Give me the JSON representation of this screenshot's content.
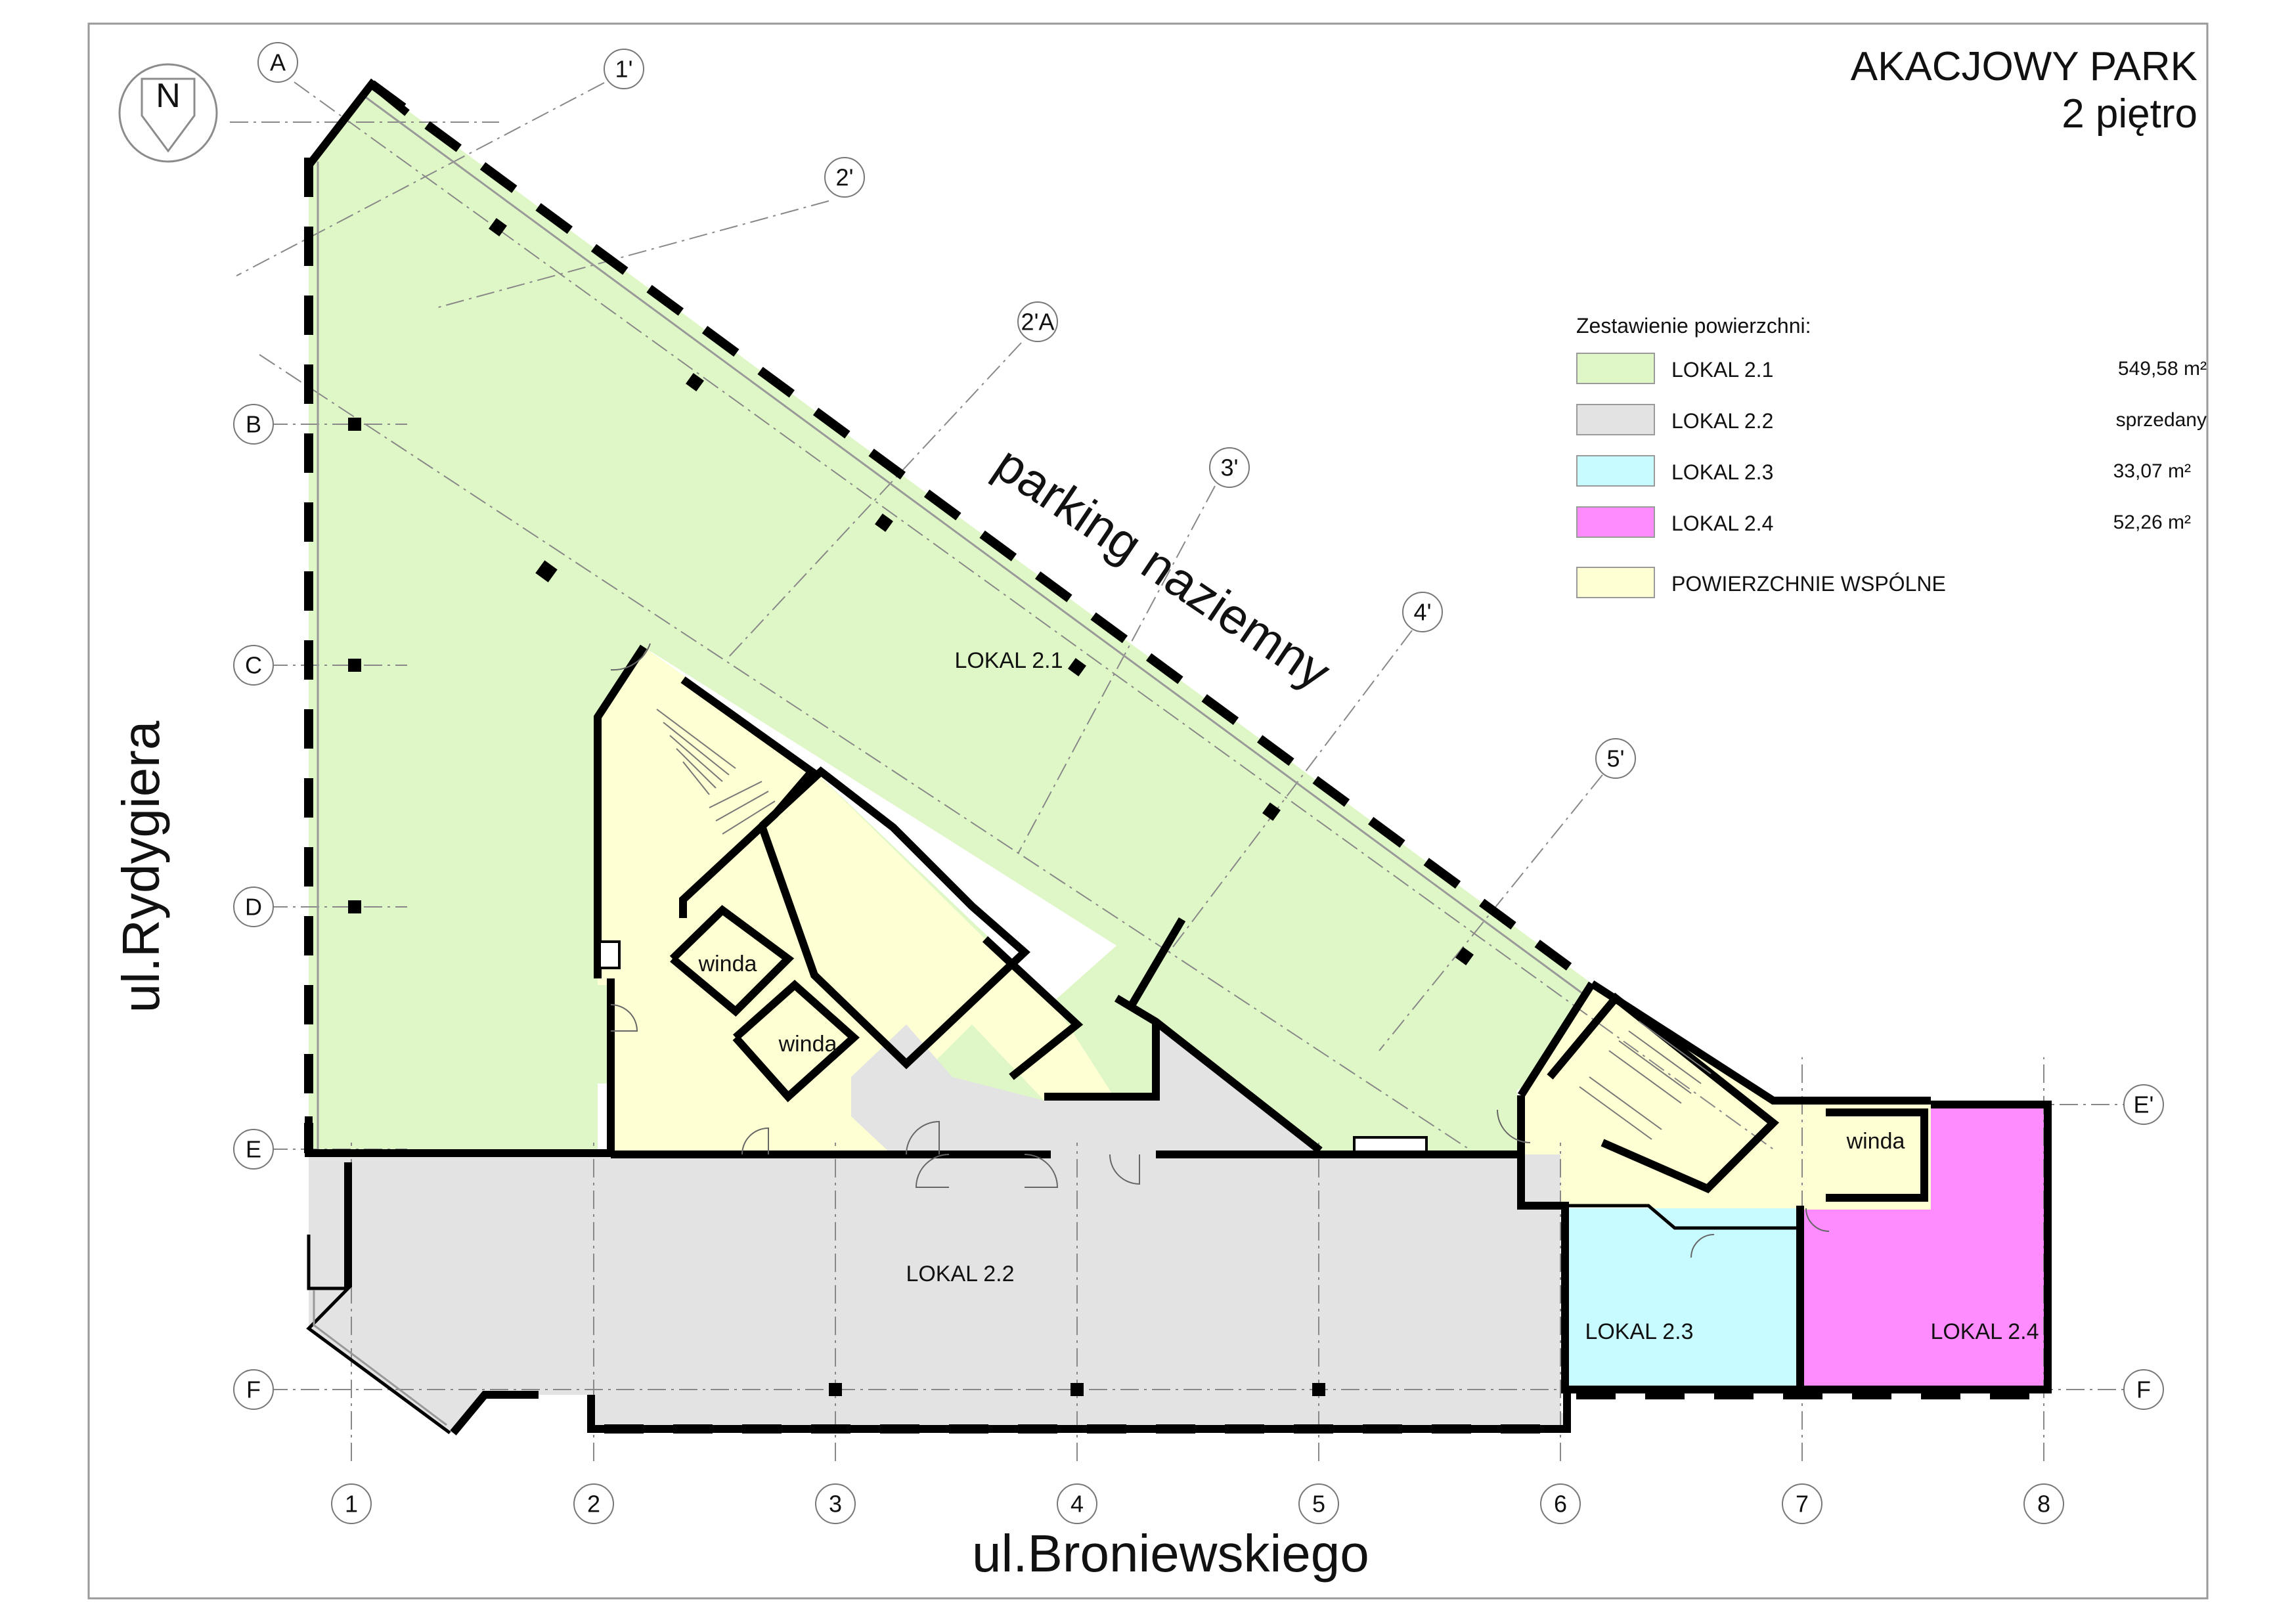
{
  "title": {
    "line1": "AKACJOWY PARK",
    "line2": "2 piętro"
  },
  "streets": {
    "bottom": "ul.Broniewskiego",
    "left": "ul.Rydygiera"
  },
  "parking_label": "parking naziemny",
  "north_arrow": {
    "letter": "N",
    "icon": "north-arrow-icon"
  },
  "grid": {
    "columns": [
      "1",
      "2",
      "3",
      "4",
      "5",
      "6",
      "7",
      "8"
    ],
    "rows": [
      "A",
      "B",
      "C",
      "D",
      "E",
      "E'",
      "F",
      "F"
    ],
    "diagonal": [
      "1'",
      "2'",
      "2'A",
      "3'",
      "4'",
      "5'"
    ]
  },
  "rooms": {
    "lokal_21": "LOKAL 2.1",
    "lokal_22": "LOKAL 2.2",
    "lokal_23": "LOKAL 2.3",
    "lokal_24": "LOKAL 2.4",
    "winda_1": "winda",
    "winda_2": "winda",
    "winda_3": "winda"
  },
  "legend": {
    "header": "Zestawienie powierzchni:",
    "items": [
      {
        "name": "LOKAL 2.1",
        "area": "549,58 m²",
        "color": "#dff7c6"
      },
      {
        "name": "LOKAL 2.2",
        "area": "sprzedany",
        "color": "#e3e3e3"
      },
      {
        "name": "LOKAL 2.3",
        "area": "33,07 m²",
        "color": "#c8fbff"
      },
      {
        "name": "LOKAL 2.4",
        "area": "52,26 m²",
        "color": "#ff8cff"
      },
      {
        "name": "POWIERZCHNIE WSPÓLNE",
        "area": "",
        "color": "#feffd2"
      }
    ]
  },
  "colors": {
    "lokal_21": "#dff7c6",
    "lokal_22": "#e3e3e3",
    "lokal_23": "#c8fbff",
    "lokal_24": "#ff8cff",
    "common": "#feffd2"
  }
}
